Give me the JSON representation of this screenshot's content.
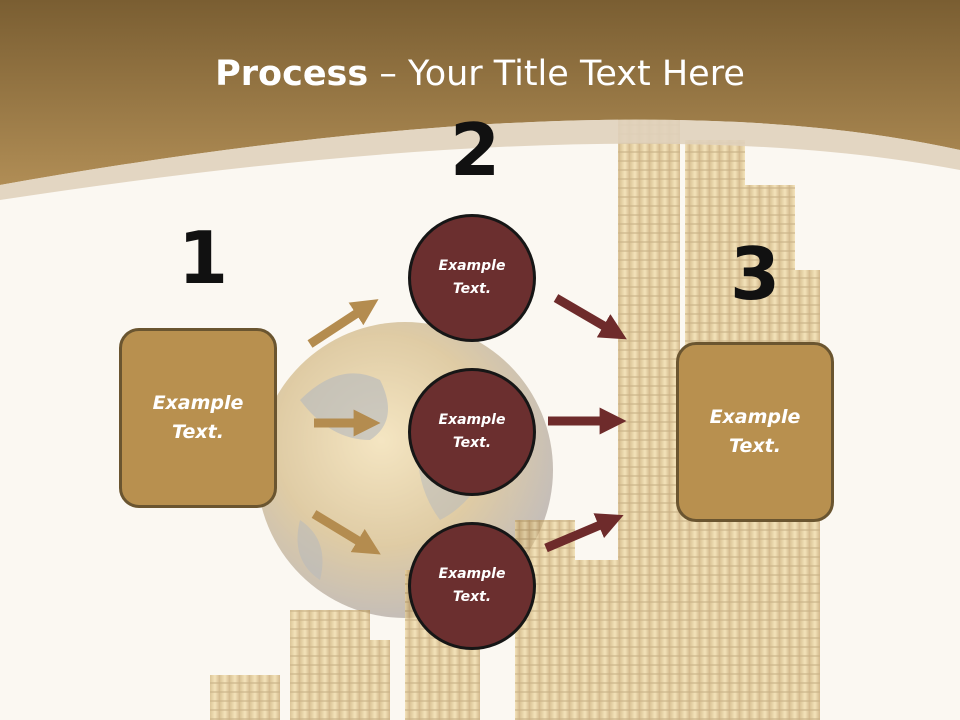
{
  "title": {
    "bold": "Process",
    "rest": " – Your Title Text Here"
  },
  "steps": {
    "n1": "1",
    "n2": "2",
    "n3": "3"
  },
  "left_box": {
    "label": "Example\nText."
  },
  "right_box": {
    "label": "Example\nText."
  },
  "circles": [
    {
      "label": "Example\nText."
    },
    {
      "label": "Example\nText."
    },
    {
      "label": "Example\nText."
    }
  ],
  "colors": {
    "header_brown": "#a07a40",
    "box_fill": "#b8904f",
    "circle_fill": "#6b2f2f",
    "arrow_gold": "#b48c4f",
    "arrow_maroon": "#6e2b2b"
  }
}
